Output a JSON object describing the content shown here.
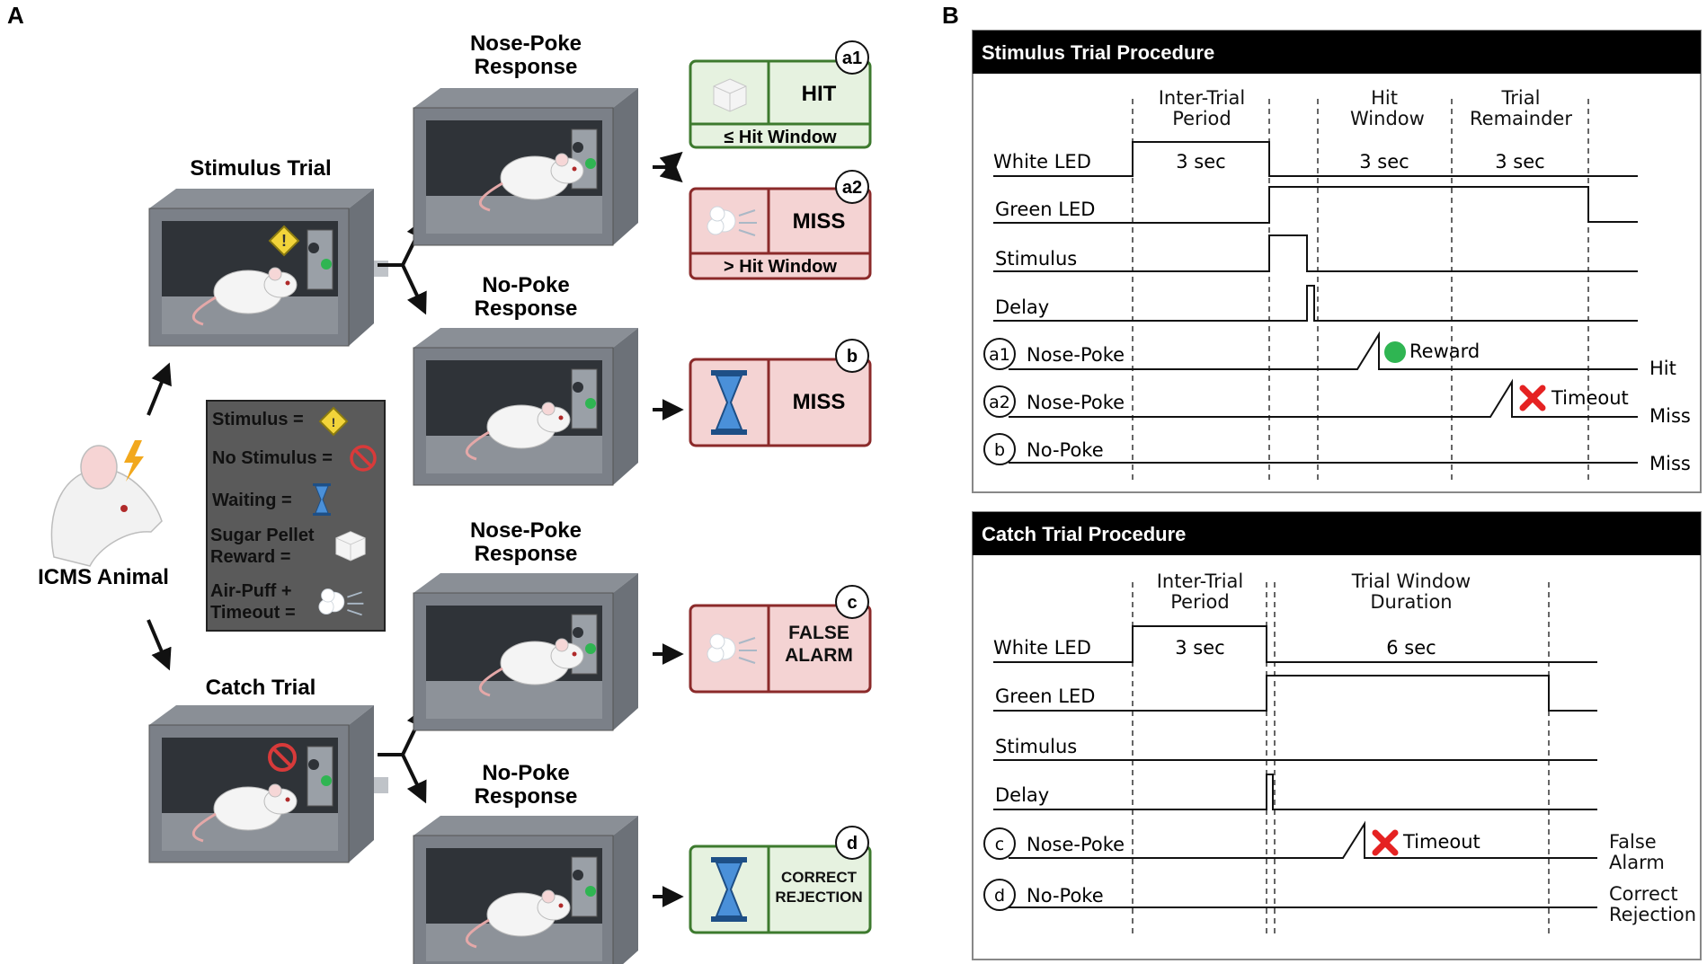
{
  "panels": {
    "a": "A",
    "b": "B"
  },
  "panel_a": {
    "animal_label": "ICMS Animal",
    "stimulus_trial": "Stimulus Trial",
    "catch_trial": "Catch Trial",
    "nose_poke_response": "Nose-Poke Response",
    "no_poke_response": "No-Poke Response",
    "legend": {
      "stimulus": "Stimulus =",
      "no_stimulus": "No Stimulus =",
      "waiting": "Waiting =",
      "sugar_pellet": "Sugar Pellet Reward =",
      "air_puff": "Air-Puff + Timeout ="
    },
    "outcomes": {
      "a1": {
        "badge": "a1",
        "label": "HIT",
        "window": "≤ Hit Window",
        "color": "#3d7a2e"
      },
      "a2": {
        "badge": "a2",
        "label": "MISS",
        "window": "> Hit Window",
        "color": "#8b2a2a"
      },
      "b": {
        "badge": "b",
        "label": "MISS"
      },
      "c": {
        "badge": "c",
        "label": "FALSE ALARM"
      },
      "d": {
        "badge": "d",
        "label": "CORRECT REJECTION"
      }
    }
  },
  "panel_b": {
    "stimulus_procedure": {
      "title": "Stimulus Trial Procedure",
      "periods": {
        "iti": "Inter-Trial Period",
        "hit": "Hit Window",
        "rem": "Trial Remainder"
      },
      "durations": {
        "iti": "3 sec",
        "hit": "3 sec",
        "rem": "3 sec"
      },
      "signals": {
        "white": "White LED",
        "green": "Green LED",
        "stim": "Stimulus",
        "delay": "Delay"
      },
      "responses": {
        "a1": {
          "badge": "a1",
          "label": "Nose-Poke",
          "event": "Reward",
          "outcome": "Hit"
        },
        "a2": {
          "badge": "a2",
          "label": "Nose-Poke",
          "event": "Timeout",
          "outcome": "Miss"
        },
        "b": {
          "badge": "b",
          "label": "No-Poke",
          "outcome": "Miss"
        }
      }
    },
    "catch_procedure": {
      "title": "Catch Trial Procedure",
      "periods": {
        "iti": "Inter-Trial Period",
        "win": "Trial Window Duration"
      },
      "durations": {
        "iti": "3 sec",
        "win": "6 sec"
      },
      "signals": {
        "white": "White LED",
        "green": "Green LED",
        "stim": "Stimulus",
        "delay": "Delay"
      },
      "responses": {
        "c": {
          "badge": "c",
          "label": "Nose-Poke",
          "event": "Timeout",
          "outcome": "False Alarm"
        },
        "d": {
          "badge": "d",
          "label": "No-Poke",
          "outcome": "Correct Rejection"
        }
      }
    }
  },
  "colors": {
    "hit_fill": "#e6f2e0",
    "hit_border": "#3d7a2e",
    "miss_fill": "#f4d3d3",
    "miss_border": "#8b2a2a",
    "stimulus_icon": "#f2d43a",
    "no_stimulus_icon": "#d83a3a",
    "hourglass": "#2b6fb8",
    "green_led": "#2fb552",
    "timeout_x": "#e52222",
    "header": "#000000",
    "legend_fill": "#5a5a5a"
  },
  "icons": [
    "warning-icon",
    "no-stimulus-icon",
    "hourglass-icon",
    "sugar-pellet-icon",
    "air-puff-icon",
    "lightning-icon",
    "reward-dot-icon",
    "timeout-x-icon"
  ]
}
